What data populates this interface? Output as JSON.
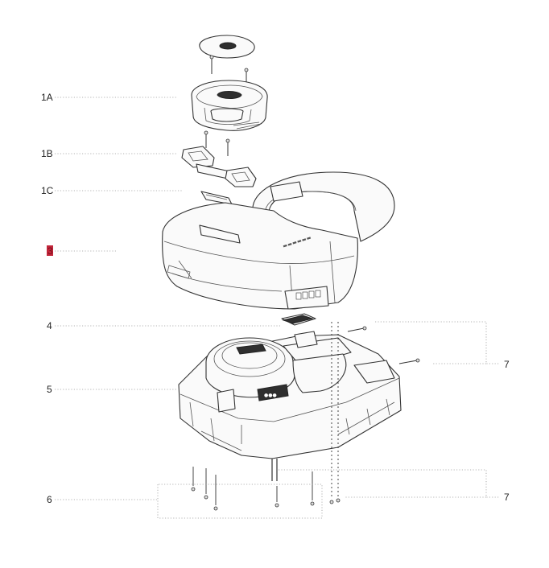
{
  "callouts": [
    {
      "id": "1A",
      "label": "1A",
      "highlight": false
    },
    {
      "id": "1B",
      "label": "1B",
      "highlight": false
    },
    {
      "id": "1C",
      "label": "1C",
      "highlight": false
    },
    {
      "id": "3",
      "label": "3",
      "highlight": true
    },
    {
      "id": "4",
      "label": "4",
      "highlight": false
    },
    {
      "id": "5",
      "label": "5",
      "highlight": false
    },
    {
      "id": "6",
      "label": "6",
      "highlight": false
    },
    {
      "id": "7a",
      "label": "7",
      "highlight": false
    },
    {
      "id": "7b",
      "label": "7",
      "highlight": false
    }
  ],
  "colors": {
    "highlight": "#c2263a",
    "line": "#333333",
    "leader": "#9a9a9a"
  },
  "parts": {
    "top_cover": {
      "icon": "top-cover"
    },
    "display_module": {
      "icon": "display-module"
    },
    "hinge_brackets": {
      "icon": "hinge-brackets"
    },
    "small_cover": {
      "icon": "small-cover"
    },
    "body_shell": {
      "icon": "body-shell"
    },
    "sensor_module": {
      "icon": "sensor-module"
    },
    "chassis": {
      "icon": "chassis"
    },
    "screws": {
      "icon": "screw"
    }
  }
}
